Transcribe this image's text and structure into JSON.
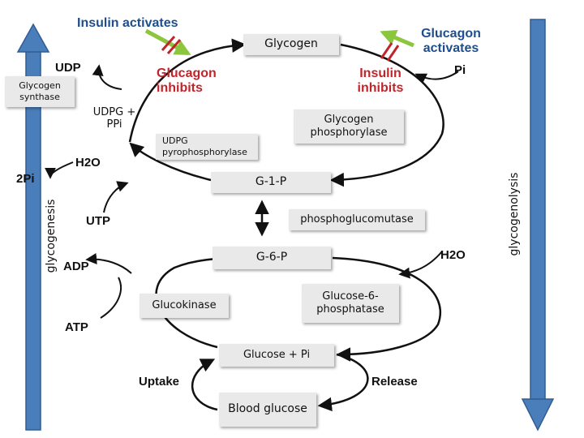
{
  "regulators": {
    "insulin_activates": "Insulin activates",
    "glucagon_activates": "Glucagon activates",
    "glucagon_inhibits": "Glucagon inhibits",
    "insulin_inhibits": "Insulin inhibits"
  },
  "metabolites": {
    "glycogen": "Glycogen",
    "udp": "UDP",
    "udpg_ppi": "UDPG + PPi",
    "h2o_left": "H2O",
    "two_pi": "2Pi",
    "pi": "Pi",
    "g1p": "G-1-P",
    "utp": "UTP",
    "g6p": "G-6-P",
    "adp": "ADP",
    "atp": "ATP",
    "h2o_right": "H2O",
    "glucose_pi": "Glucose + Pi",
    "uptake": "Uptake",
    "release": "Release",
    "blood_glucose": "Blood glucose"
  },
  "enzymes": {
    "glycogen_synthase": "Glycogen synthase",
    "glycogen_phosphorylase": "Glycogen phosphorylase",
    "udpg_pyrophosphorylase": "UDPG pyrophosphorylase",
    "phosphoglucomutase": "phosphoglucomutase",
    "glucokinase": "Glucokinase",
    "glucose_6_phosphatase": "Glucose-6-phosphatase"
  },
  "pathways": {
    "glycogenesis": "glycogenesis",
    "glycogenolysis": "glycogenolysis"
  },
  "colors": {
    "regulator_blue": "#1f4e8c",
    "inhibit_red": "#c0252b",
    "activate_green": "#8cc63f",
    "pathway_arrow_blue": "#4a7ebb",
    "box_fill": "#e9e9e9"
  }
}
